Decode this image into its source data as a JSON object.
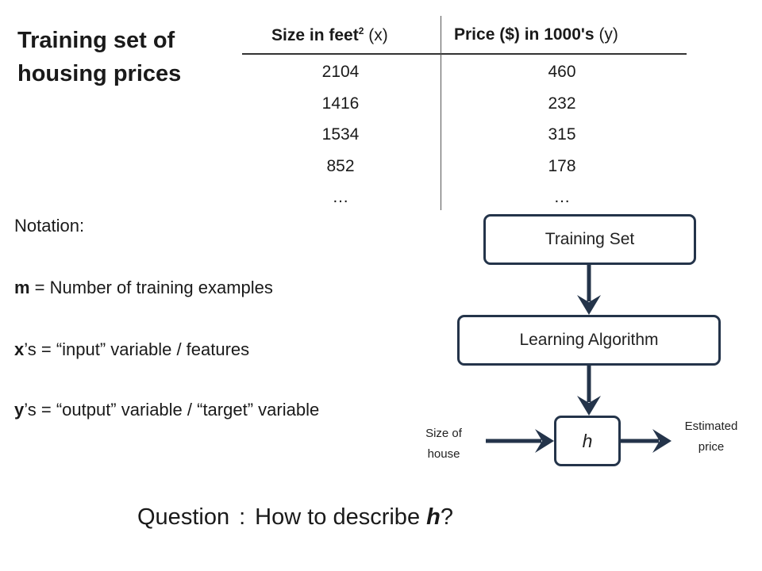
{
  "slide": {
    "title_line1": "Training set of",
    "title_line2": "housing prices"
  },
  "table": {
    "header_x_main": "Size in feet",
    "header_x_sup": "2",
    "header_x_var": "(x)",
    "header_y_main": "Price ($) in 1000's",
    "header_y_var": "(y)",
    "rows": [
      {
        "x": "2104",
        "y": "460"
      },
      {
        "x": "1416",
        "y": "232"
      },
      {
        "x": "1534",
        "y": "315"
      },
      {
        "x": "852",
        "y": "178"
      },
      {
        "x": "…",
        "y": "…"
      }
    ]
  },
  "notation": {
    "heading": "Notation:",
    "m_symbol": "m",
    "m_text": " = Number of training examples",
    "x_symbol": "x",
    "x_text": "’s = “input” variable / features",
    "y_symbol": "y",
    "y_text": "’s = “output” variable / “target” variable"
  },
  "diagram": {
    "training_set": "Training Set",
    "learning_algorithm": "Learning Algorithm",
    "hypothesis": "h",
    "input_label_line1": "Size of",
    "input_label_line2": "house",
    "output_label_line1": "Estimated",
    "output_label_line2": "price",
    "arrow_color": "#24344a"
  },
  "question": {
    "prefix": "Question",
    "separator": ":",
    "text": "How to describe ",
    "symbol": "h",
    "suffix": "?"
  }
}
